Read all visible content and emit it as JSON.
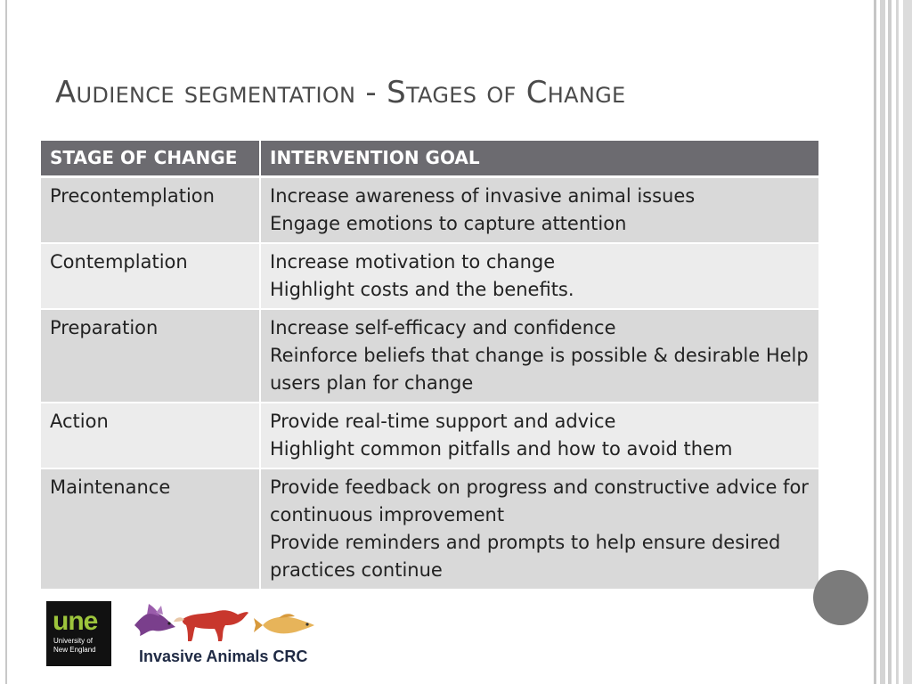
{
  "slide": {
    "title": "Audience segmentation - Stages of Change"
  },
  "table": {
    "headers": [
      "STAGE OF CHANGE",
      "INTERVENTION GOAL"
    ],
    "rows": [
      {
        "stage": "Precontemplation",
        "goals": [
          "Increase awareness of invasive animal issues",
          "Engage emotions to capture attention"
        ]
      },
      {
        "stage": "Contemplation",
        "goals": [
          "Increase motivation to change",
          "Highlight costs and the benefits."
        ]
      },
      {
        "stage": "Preparation",
        "goals": [
          "Increase self-efficacy and confidence",
          "Reinforce beliefs that change is possible & desirable Help users plan for change"
        ]
      },
      {
        "stage": "Action",
        "goals": [
          "Provide real-time support and advice",
          "Highlight common pitfalls and how to avoid them"
        ]
      },
      {
        "stage": "Maintenance",
        "goals": [
          "Provide feedback on progress and constructive advice for continuous improvement",
          "Provide reminders and prompts to help ensure desired practices continue"
        ]
      }
    ]
  },
  "logos": {
    "une_word": "une",
    "une_line1": "University of",
    "une_line2": "New England",
    "crc_name": "Invasive Animals CRC"
  },
  "colors": {
    "header_bg": "#6c6b70",
    "row_odd": "#d9d9d9",
    "row_even": "#ececec",
    "title_text": "#4a4a4a",
    "circle": "#7b7b7b"
  }
}
